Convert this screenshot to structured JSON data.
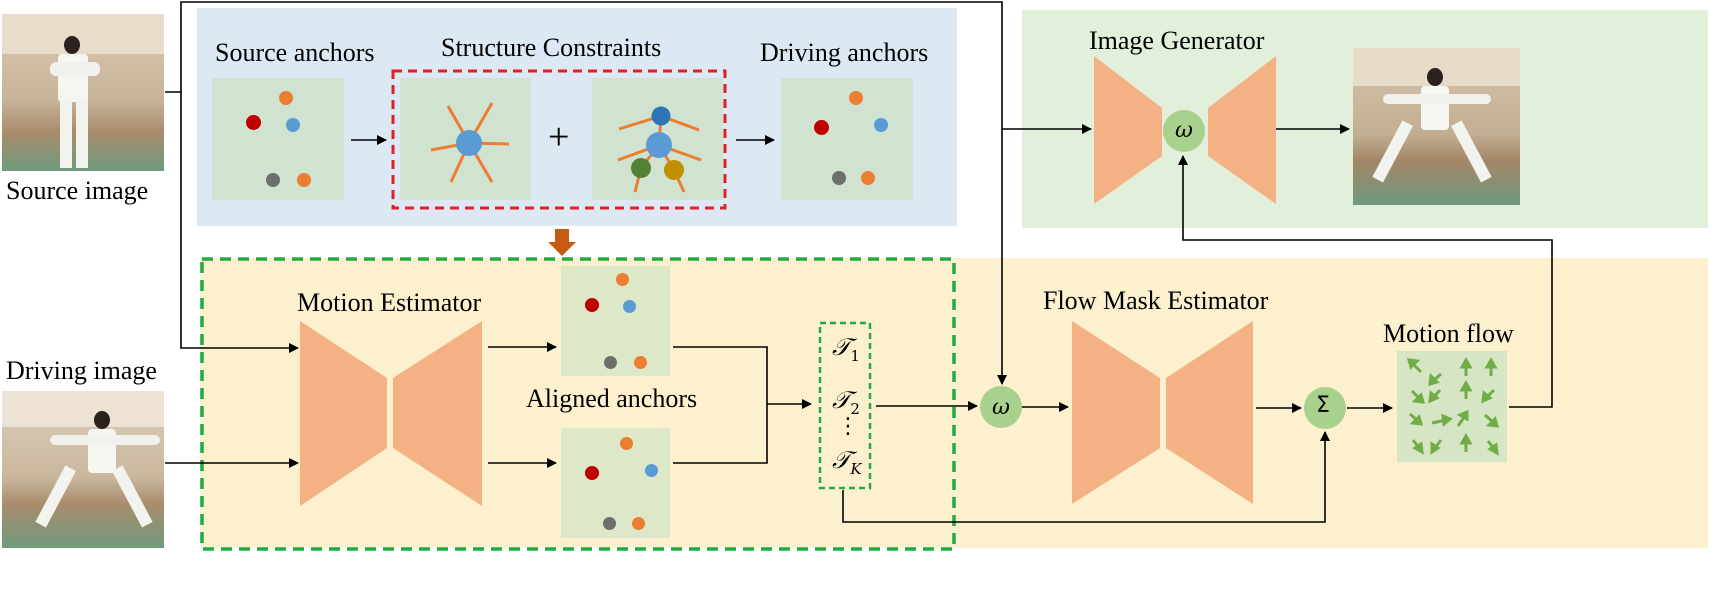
{
  "labels": {
    "source_image": "Source image",
    "driving_image": "Driving image",
    "source_anchors": "Source anchors",
    "structure_constraints": "Structure Constraints",
    "driving_anchors": "Driving anchors",
    "image_generator": "Image Generator",
    "motion_estimator": "Motion Estimator",
    "aligned_anchors": "Aligned anchors",
    "flow_mask_estimator": "Flow Mask Estimator",
    "motion_flow": "Motion flow"
  },
  "symbols": {
    "plus": "+",
    "omega": "ω",
    "sigma": "Σ",
    "t1": "𝒯",
    "t1_sub": "1",
    "t2": "𝒯",
    "t2_sub": "2",
    "dots": "⋮",
    "tk": "𝒯",
    "tk_sub": "K"
  },
  "colors": {
    "blue_panel": "#dce9f5",
    "green_panel": "#e2efdb",
    "yellow_panel": "#fcf0cf",
    "anchor_box": "#cfe3d0",
    "encoder": "#f4b183",
    "omega_node": "#a9d18e",
    "red_dashed": "#e02020",
    "green_dashed": "#22aa44",
    "arrow_orange": "#c55a11",
    "dot_red": "#c00000",
    "dot_orange": "#ed7d31",
    "dot_blue": "#5b9bd5",
    "dot_gray": "#6e6e6e",
    "dot_darkblue": "#2e75b6",
    "dot_green": "#548235",
    "dot_olive": "#bf9000",
    "flow_arrow": "#70ad47"
  }
}
